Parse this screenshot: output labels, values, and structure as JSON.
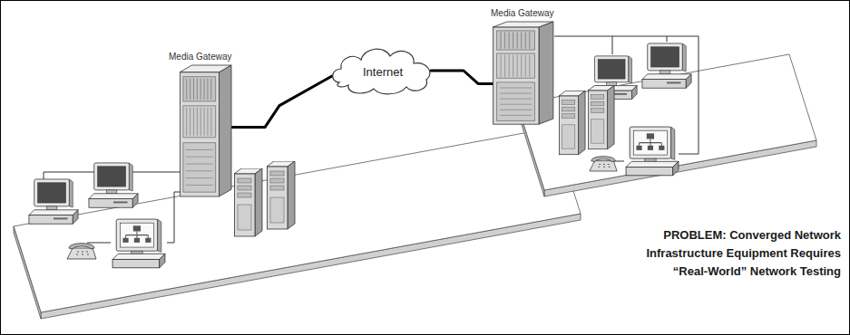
{
  "diagram": {
    "nodes": [
      {
        "text": [
          "Media Gateway"
        ]
      },
      {
        "text": [
          "Internet"
        ]
      },
      {
        "text": [
          "Media Gateway"
        ]
      }
    ],
    "edges": [
      {
        "from": 0,
        "to": 1,
        "arrow": "none"
      },
      {
        "from": 1,
        "to": 2,
        "arrow": "none"
      }
    ],
    "labels": [
      "PROBLEM: Converged Network Infrastructure Equipment Requires “Real-World” Network Testing"
    ]
  }
}
